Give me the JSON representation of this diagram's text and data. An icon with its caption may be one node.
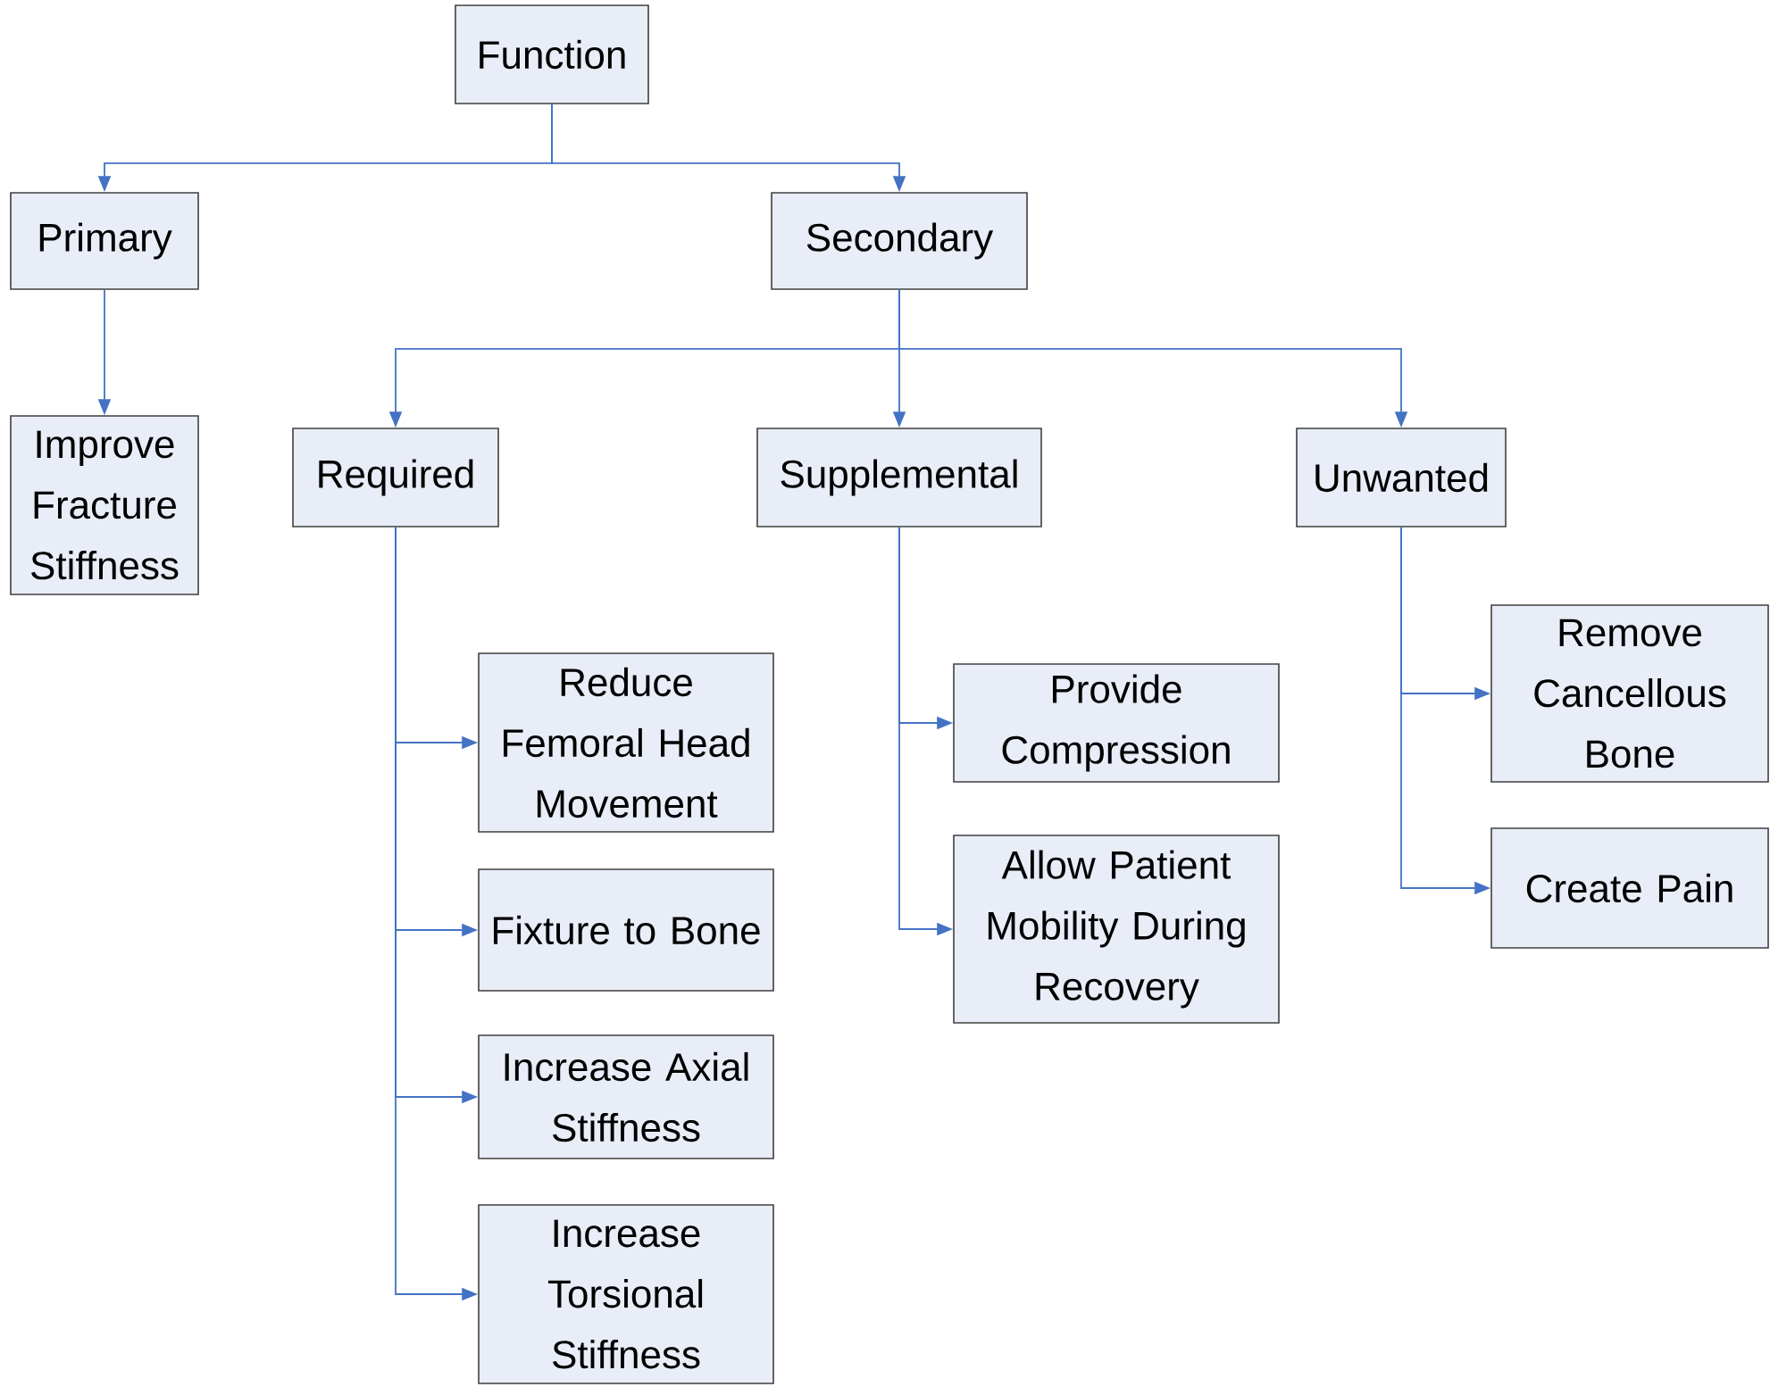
{
  "diagram": {
    "nodes": [
      {
        "text": [
          "Function"
        ]
      },
      {
        "text": [
          "Primary"
        ]
      },
      {
        "text": [
          "Secondary"
        ]
      },
      {
        "text": [
          "Improve Fracture Stiffness"
        ]
      },
      {
        "text": [
          "Required"
        ]
      },
      {
        "text": [
          "Supplemental"
        ]
      },
      {
        "text": [
          "Unwanted"
        ]
      },
      {
        "text": [
          "Reduce Femoral Head Movement"
        ]
      },
      {
        "text": [
          "Fixture to Bone"
        ]
      },
      {
        "text": [
          "Increase Axial Stiffness"
        ]
      },
      {
        "text": [
          "Increase Torsional Stiffness"
        ]
      },
      {
        "text": [
          "Provide Compression"
        ]
      },
      {
        "text": [
          "Allow Patient Mobility During Recovery"
        ]
      },
      {
        "text": [
          "Remove Cancellous Bone"
        ]
      },
      {
        "text": [
          "Create Pain"
        ]
      }
    ],
    "edges": [
      {
        "from": 0,
        "to": 1,
        "arrow": "to"
      },
      {
        "from": 0,
        "to": 2,
        "arrow": "to"
      },
      {
        "from": 1,
        "to": 3,
        "arrow": "to"
      },
      {
        "from": 2,
        "to": 4,
        "arrow": "to"
      },
      {
        "from": 2,
        "to": 5,
        "arrow": "to"
      },
      {
        "from": 2,
        "to": 6,
        "arrow": "to"
      },
      {
        "from": 4,
        "to": 7,
        "arrow": "to"
      },
      {
        "from": 4,
        "to": 8,
        "arrow": "to"
      },
      {
        "from": 4,
        "to": 9,
        "arrow": "to"
      },
      {
        "from": 4,
        "to": 10,
        "arrow": "to"
      },
      {
        "from": 5,
        "to": 11,
        "arrow": "to"
      },
      {
        "from": 5,
        "to": 12,
        "arrow": "to"
      },
      {
        "from": 6,
        "to": 13,
        "arrow": "to"
      },
      {
        "from": 6,
        "to": 14,
        "arrow": "to"
      }
    ]
  }
}
